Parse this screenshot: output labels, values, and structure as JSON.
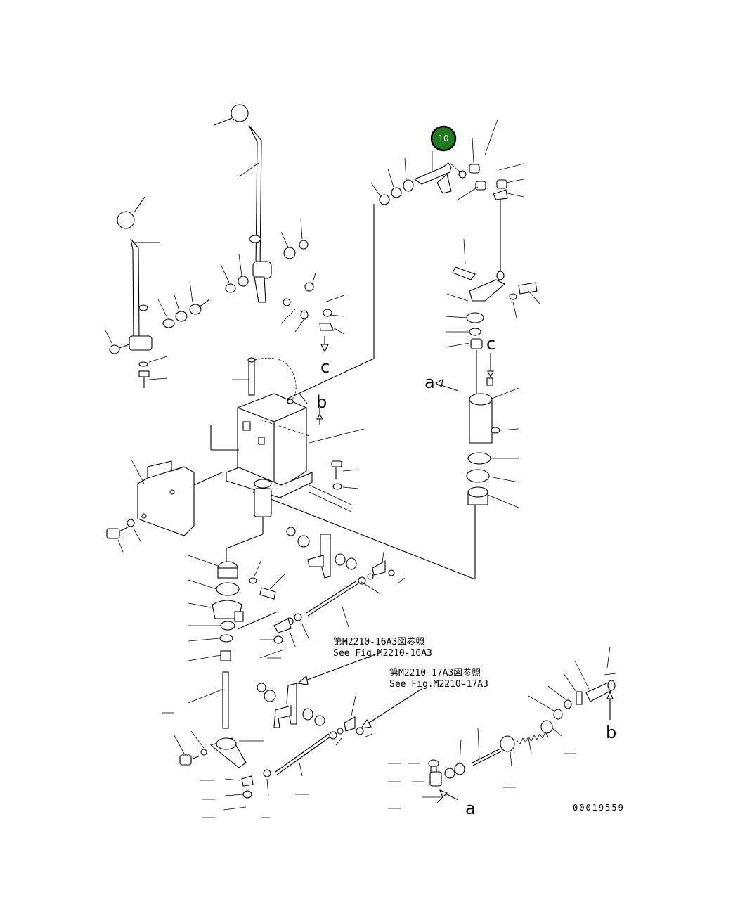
{
  "callout": {
    "number": "10",
    "color": "#1e7a1e"
  },
  "ref_labels": {
    "a_top": "a",
    "a_bottom": "a",
    "b_mid": "b",
    "b_right": "b",
    "c_top": "c",
    "c_left": "c"
  },
  "references": [
    {
      "jp": "第M2210-16A3図参照",
      "en": "See Fig.M2210-16A3"
    },
    {
      "jp": "第M2210-17A3図参照",
      "en": "See Fig.M2210-17A3"
    }
  ],
  "drawing_number": "00019559",
  "colors": {
    "line": "#000000",
    "background": "#ffffff",
    "callout": "#1e7a1e"
  }
}
